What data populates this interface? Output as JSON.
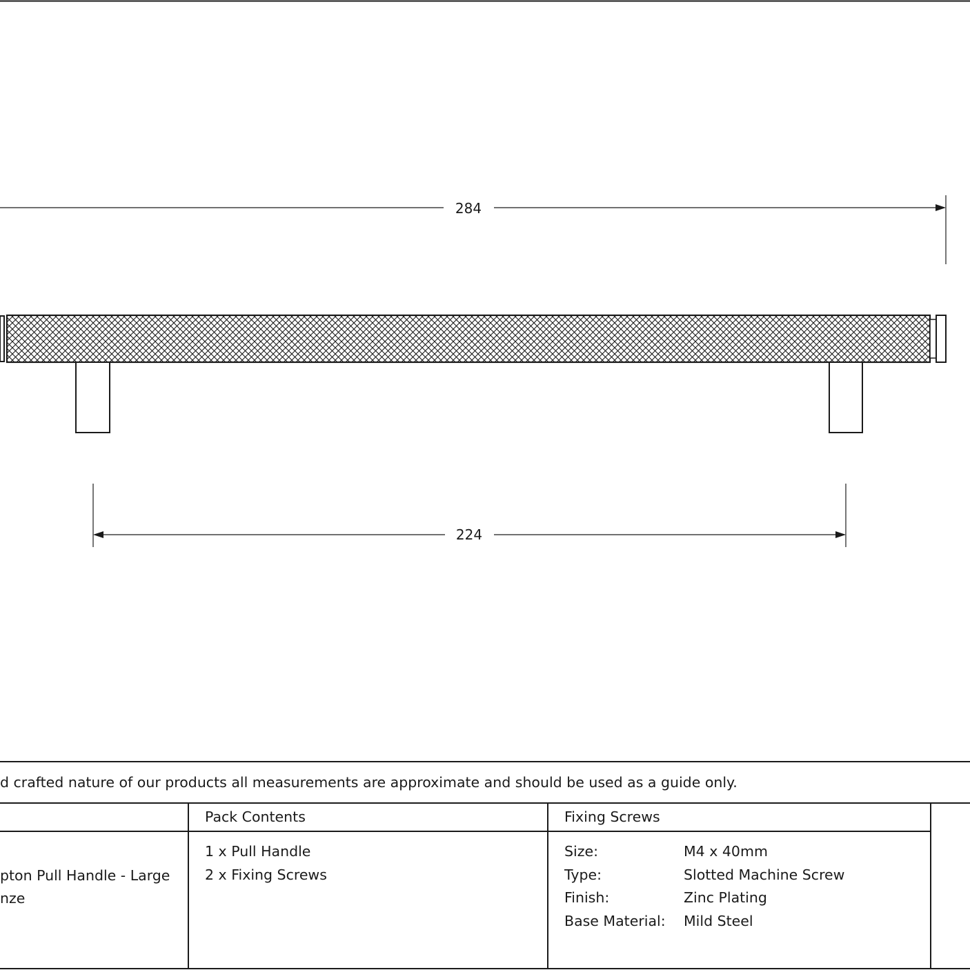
{
  "dimensions": {
    "overall_length": "284",
    "fixing_centres": "224"
  },
  "note": "d crafted nature of our products all measurements are approximate and should be used as a guide only.",
  "table": {
    "product": {
      "line1": "pton Pull Handle - Large",
      "line2": "nze"
    },
    "pack_contents": {
      "header": "Pack Contents",
      "items": [
        "1 x Pull Handle",
        "2 x Fixing Screws"
      ]
    },
    "fixing_screws": {
      "header": "Fixing Screws",
      "rows": [
        {
          "label": "Size:",
          "value": "M4 x 40mm"
        },
        {
          "label": "Type:",
          "value": "Slotted Machine Screw"
        },
        {
          "label": "Finish:",
          "value": "Zinc Plating"
        },
        {
          "label": "Base Material:",
          "value": "Mild Steel"
        }
      ]
    }
  },
  "colors": {
    "line": "#1a1a1a",
    "background": "#ffffff"
  }
}
